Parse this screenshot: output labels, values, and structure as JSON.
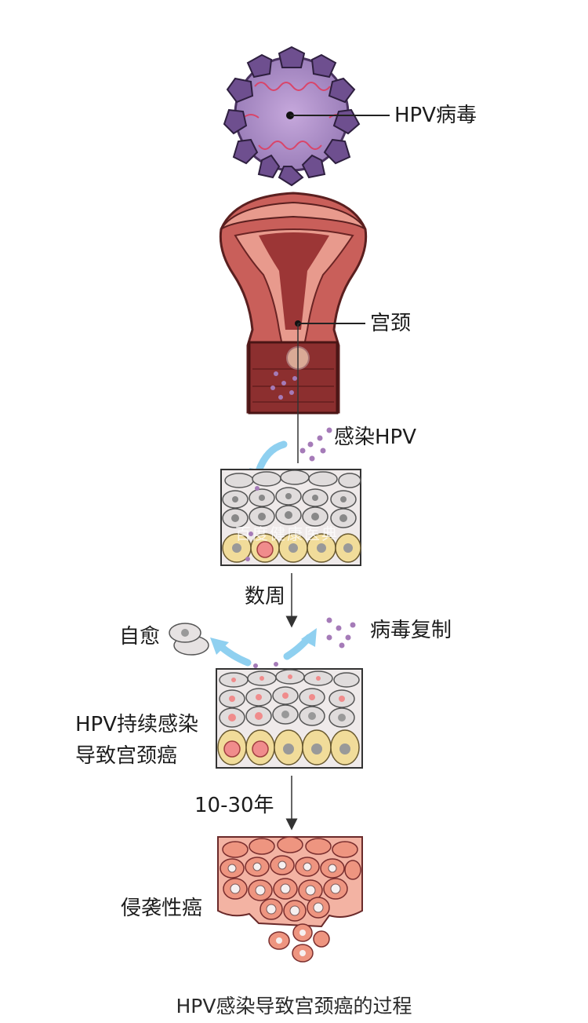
{
  "labels": {
    "hpv_virus": "HPV病毒",
    "cervix": "宫颈",
    "infection": "感染HPV",
    "weeks": "数周",
    "self_heal": "自愈",
    "replication": "病毒复制",
    "persistent_line1": "HPV持续感染",
    "persistent_line2": "导致宫颈癌",
    "years": "10-30年",
    "invasive": "侵袭性癌"
  },
  "caption": "HPV感染导致宫颈癌的过程",
  "watermark": "百度健康医典",
  "colors": {
    "virus": "#8a6aa8",
    "virus_core": "#b79ad0",
    "uterus_outer": "#c95f5a",
    "uterus_inner": "#e89a8d",
    "cervix_dark": "#8c2f2f",
    "normal_cell": "#d9d6d6",
    "basal_cell": "#f1dc9a",
    "cancer_cell": "#f0a08c",
    "arrow_blue": "#8fd0f0",
    "particle": "#a57bb8"
  }
}
